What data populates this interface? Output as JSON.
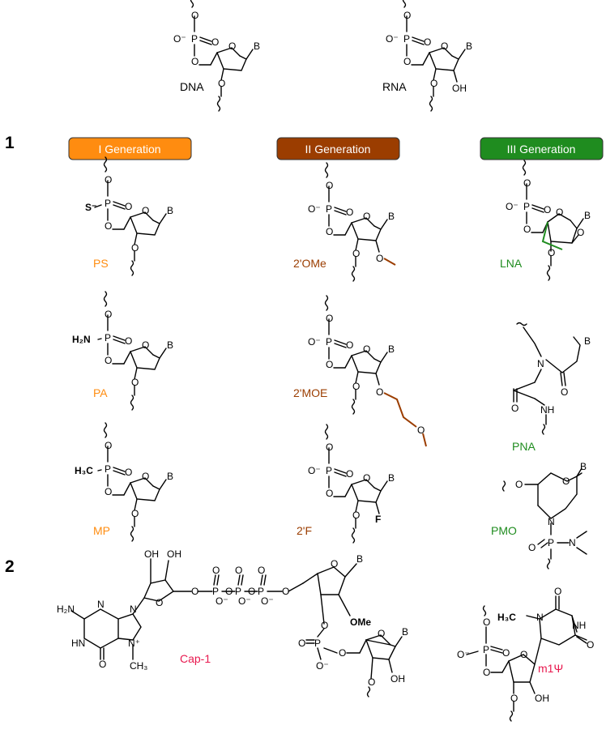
{
  "section_numbers": [
    "1",
    "2"
  ],
  "colors": {
    "gen1": "#ff8c10",
    "gen2": "#9b3d00",
    "gen3": "#1f8c1f",
    "pink": "#e8194f"
  },
  "generations": [
    {
      "label": "I Generation",
      "fill": "#ff8c10"
    },
    {
      "label": "II Generation",
      "fill": "#9b3d00"
    },
    {
      "label": "III Generation",
      "fill": "#1f8c1f"
    }
  ],
  "labels": {
    "dna": "DNA",
    "rna": "RNA",
    "ps": "PS",
    "pa": "PA",
    "mp": "MP",
    "ome": "2'OMe",
    "moe": "2'MOE",
    "f2": "2'F",
    "lna": "LNA",
    "pna": "PNA",
    "pmo": "PMO",
    "cap": "Cap-1",
    "m1psi": "m1Ψ"
  },
  "atoms": {
    "O": "O",
    "Ominus": "O⁻",
    "P": "P",
    "B": "B",
    "OH": "OH",
    "N": "N",
    "NH": "NH",
    "Sminus": "S⁻",
    "H2N": "H₂N",
    "H3C": "H₃C",
    "F": "F",
    "OMe": "OMe",
    "HN": "HN",
    "N_plus": "N⁺",
    "CH3": "CH₃"
  }
}
